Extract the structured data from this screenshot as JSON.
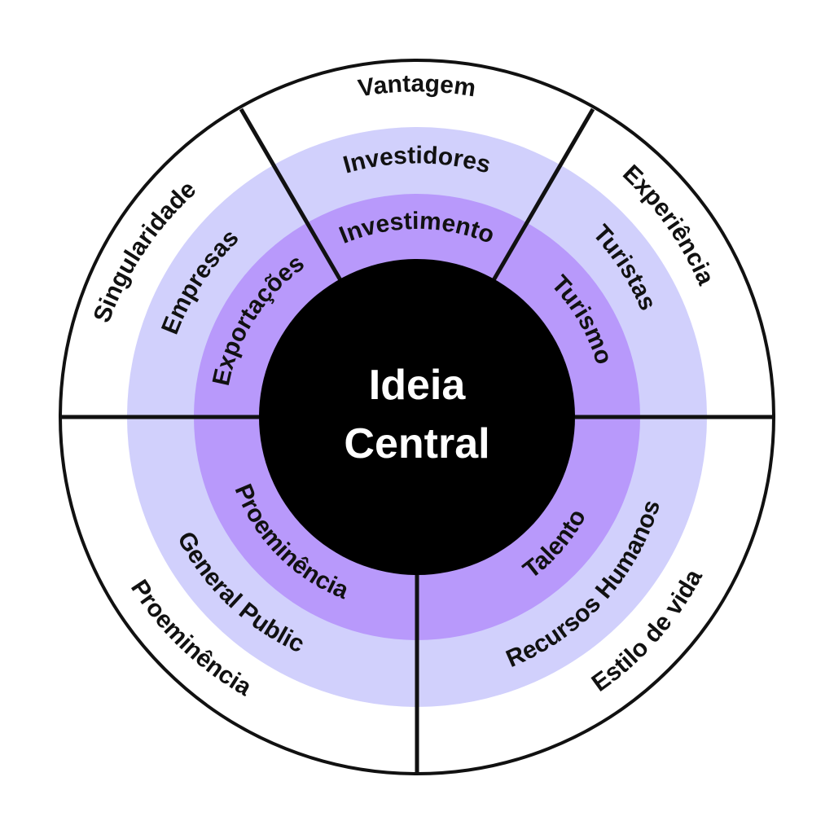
{
  "center": {
    "line1": "Ideia",
    "line2": "Central"
  },
  "colors": {
    "outer_ring": "#ffffff",
    "middle_ring": "#d1d0fc",
    "inner_ring": "#b899fb",
    "core": "#000000",
    "divider": "#111111"
  },
  "sectors": [
    {
      "key": "top",
      "outer": "Vantagem",
      "middle": "Investidores",
      "inner": "Investimento"
    },
    {
      "key": "top-right",
      "outer": "Experiência",
      "middle": "Turistas",
      "inner": "Turismo"
    },
    {
      "key": "bottom-right",
      "outer": "Estilo de vida",
      "middle": "Recursos Humanos",
      "inner": "Talento"
    },
    {
      "key": "bottom-left",
      "outer": "Proeminência",
      "middle": "General Public",
      "inner": "Proeminência"
    },
    {
      "key": "top-left",
      "outer": "Singularidade",
      "middle": "Empresas",
      "inner": "Exportações"
    }
  ]
}
